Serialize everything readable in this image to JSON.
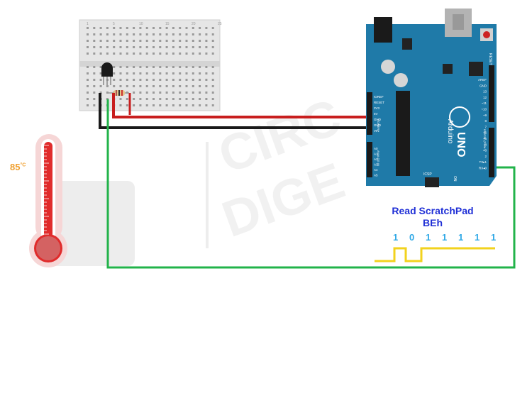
{
  "diagram": {
    "temperature_label": "85",
    "temperature_unit": "°C",
    "command_line1": "Read ScratchPad",
    "command_line2": "BEh",
    "bits": [
      "1",
      "0",
      "1",
      "1",
      "1",
      "1",
      "1"
    ],
    "watermark": "CIRCUIT DIGEST",
    "board_labels": {
      "brand": "Arduino",
      "model": "UNO",
      "reset": "RESET",
      "icsp": "ICSP",
      "on": "ON",
      "tx": "TX",
      "rx": "RX",
      "l": "L",
      "power": "POWER",
      "analog_in": "ANALOG IN",
      "digital": "DIGITAL (PWM~)",
      "power_pins": [
        "IOREF",
        "RESET",
        "3V3",
        "5V",
        "GND",
        "GND",
        "VIN"
      ],
      "analog_pins": [
        "A0",
        "A1",
        "A2",
        "A3",
        "A4",
        "A5"
      ],
      "digital_pins": [
        "AREF",
        "GND",
        "13",
        "12",
        "~11",
        "~10",
        "~9",
        "8",
        "7",
        "~6",
        "~5",
        "4",
        "~3",
        "2",
        "TX▸1",
        "RX◂0"
      ]
    },
    "breadboard_numbers": [
      "1",
      "5",
      "10",
      "15",
      "20",
      "25"
    ],
    "colors": {
      "wire_red": "#c81e1e",
      "wire_black": "#1a1a1a",
      "wire_green": "#22b34a",
      "signal_yellow": "#f2d21e",
      "board": "#1f7aa8",
      "thermo_red": "#e02b2b",
      "title_blue": "#1f2fd6",
      "bits_blue": "#2ea8e6",
      "temp_orange": "#f0a030"
    }
  }
}
